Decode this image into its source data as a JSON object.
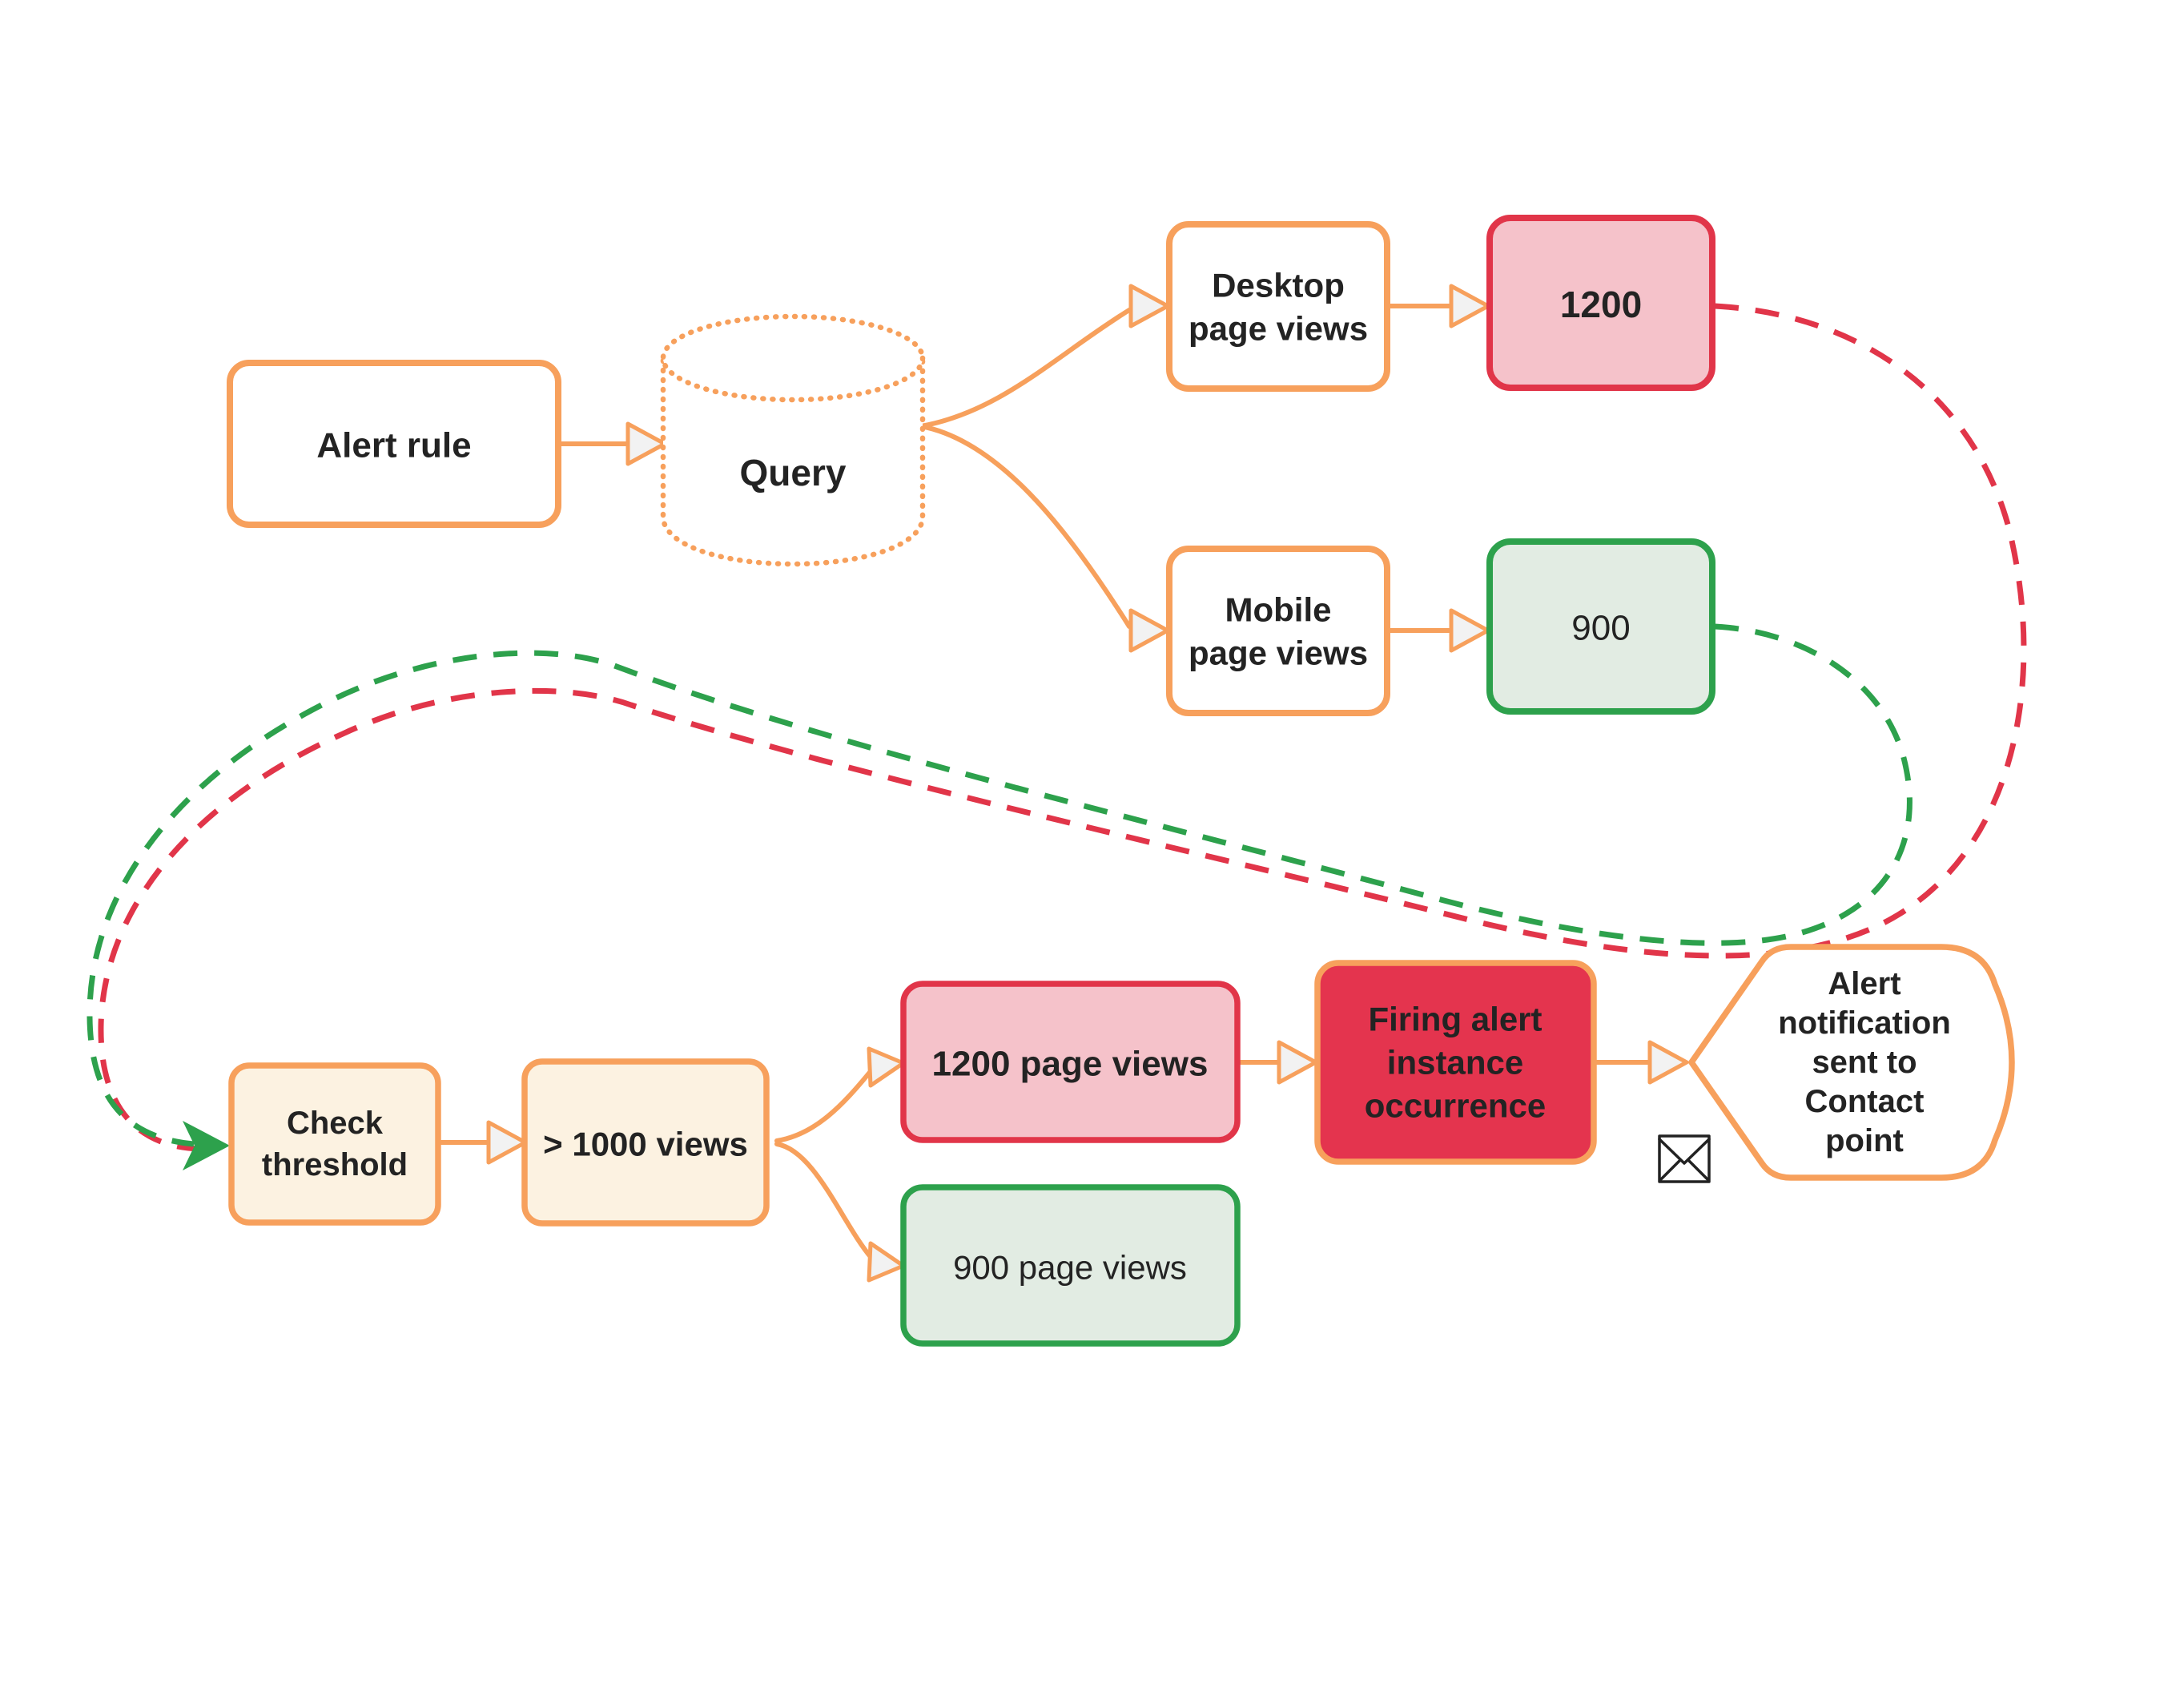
{
  "nodes": {
    "alert_rule": {
      "label": "Alert rule"
    },
    "query": {
      "label": "Query"
    },
    "desktop_page_views": {
      "lines": [
        "Desktop",
        "page views"
      ]
    },
    "desktop_value": {
      "label": "1200"
    },
    "mobile_page_views": {
      "lines": [
        "Mobile",
        "page views"
      ]
    },
    "mobile_value": {
      "label": "900"
    },
    "check_threshold": {
      "lines": [
        "Check",
        "threshold"
      ]
    },
    "threshold_condition": {
      "label": "> 1000 views"
    },
    "desktop_result": {
      "label": "1200 page views"
    },
    "mobile_result": {
      "label": "900 page views"
    },
    "firing_alert": {
      "lines": [
        "Firing alert",
        "instance",
        "occurrence"
      ]
    },
    "alert_notification": {
      "lines": [
        "Alert",
        "notification",
        "sent to",
        "Contact",
        "point"
      ]
    }
  },
  "icons": {
    "envelope": "envelope-icon",
    "database": "database-cylinder-icon"
  },
  "colors": {
    "orange": "#F7A05C",
    "cream_fill": "#FCF2E1",
    "red": "#E13549",
    "pink_fill": "#F5C2CA",
    "firing_red_fill": "#E4344E",
    "green": "#2DA14C",
    "green_fill": "#E2ECE3",
    "text": "#232323",
    "arrowhead_fill": "#F2F2F2",
    "envelope_stroke": "#222222"
  }
}
